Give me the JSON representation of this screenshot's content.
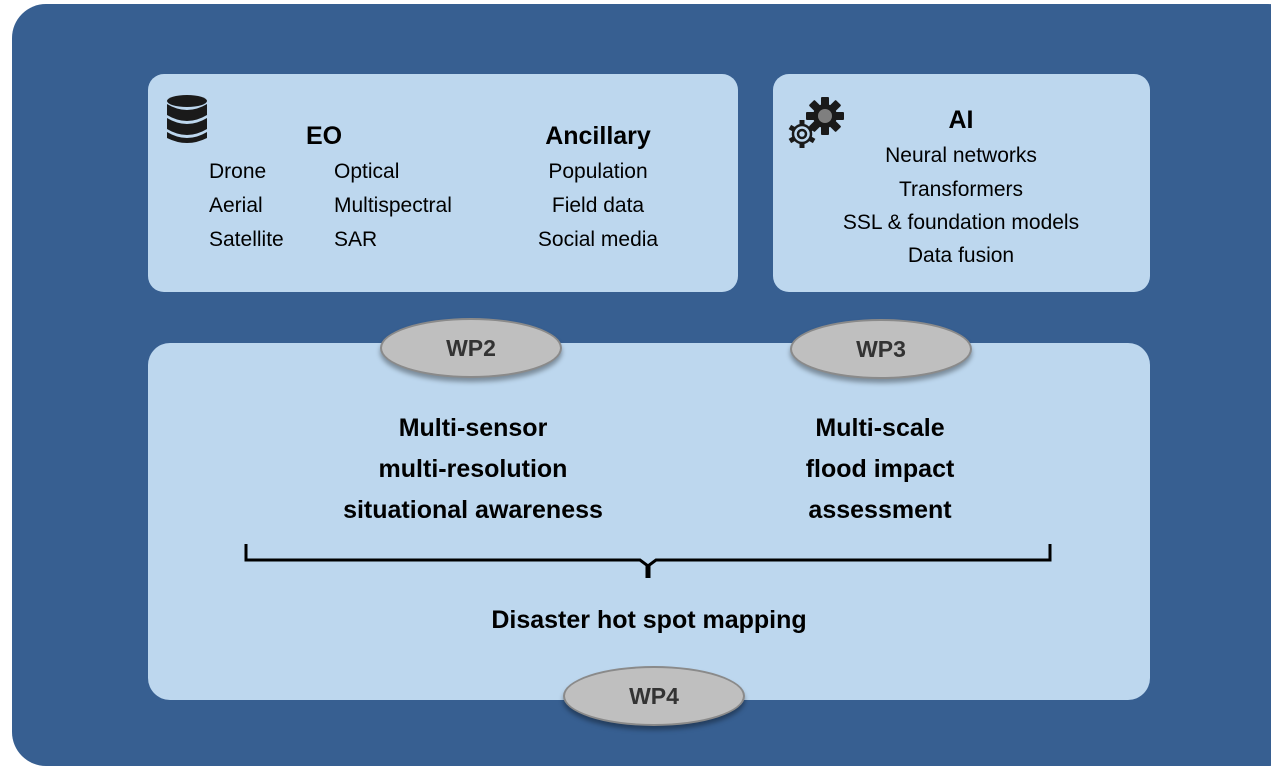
{
  "data_box": {
    "icon": "database-icon",
    "eo": {
      "heading": "EO",
      "platforms": [
        "Drone",
        "Aerial",
        "Satellite"
      ],
      "sensors": [
        "Optical",
        "Multispectral",
        "SAR"
      ]
    },
    "ancillary": {
      "heading": "Ancillary",
      "items": [
        "Population",
        "Field data",
        "Social media"
      ]
    }
  },
  "ai_box": {
    "icon": "gears-icon",
    "heading": "AI",
    "items": [
      "Neural networks",
      "Transformers",
      "SSL & foundation models",
      "Data fusion"
    ]
  },
  "main_box": {
    "left_lines": [
      "Multi-sensor",
      "multi-resolution",
      "situational awareness"
    ],
    "right_lines": [
      "Multi-scale",
      "flood impact",
      "assessment"
    ],
    "bottom": "Disaster hot spot mapping"
  },
  "work_packages": {
    "wp2": "WP2",
    "wp3": "WP3",
    "wp4": "WP4"
  },
  "colors": {
    "outer_background": "#375f91",
    "panel": "#bdd7ee",
    "pill": "#bfbfbf",
    "pill_text": "#333333"
  }
}
